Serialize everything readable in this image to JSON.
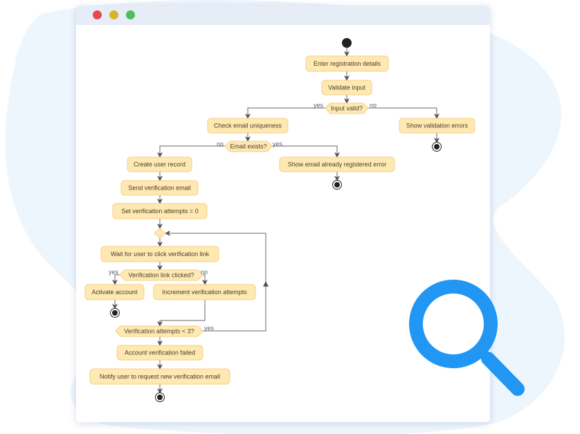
{
  "window": {
    "controls": [
      "close",
      "minimize",
      "maximize"
    ],
    "colors": {
      "close": "#e5484d",
      "minimize": "#d9b42a",
      "maximize": "#4dbd5e"
    }
  },
  "diagram": {
    "nodes": {
      "enter": "Enter registration details",
      "validate": "Validate input",
      "input_valid": "Input valid?",
      "check_unique": "Check email uniqueness",
      "show_validation": "Show validation errors",
      "email_exists": "Email exists?",
      "create_user": "Create user record",
      "show_registered": "Show email already registered error",
      "send_email": "Send verification email",
      "set_attempts": "Set verification attempts = 0",
      "wait_click": "Wait for user to click verification link",
      "link_clicked": "Verification link clicked?",
      "activate": "Activate account",
      "increment": "Increment verification attempts",
      "attempts_lt3": "Verification attempts < 3?",
      "failed": "Account verification failed",
      "notify": "Notify user to request new verification email"
    },
    "guards": {
      "yes": "yes",
      "no": "no"
    }
  },
  "accent": "#2196f3"
}
